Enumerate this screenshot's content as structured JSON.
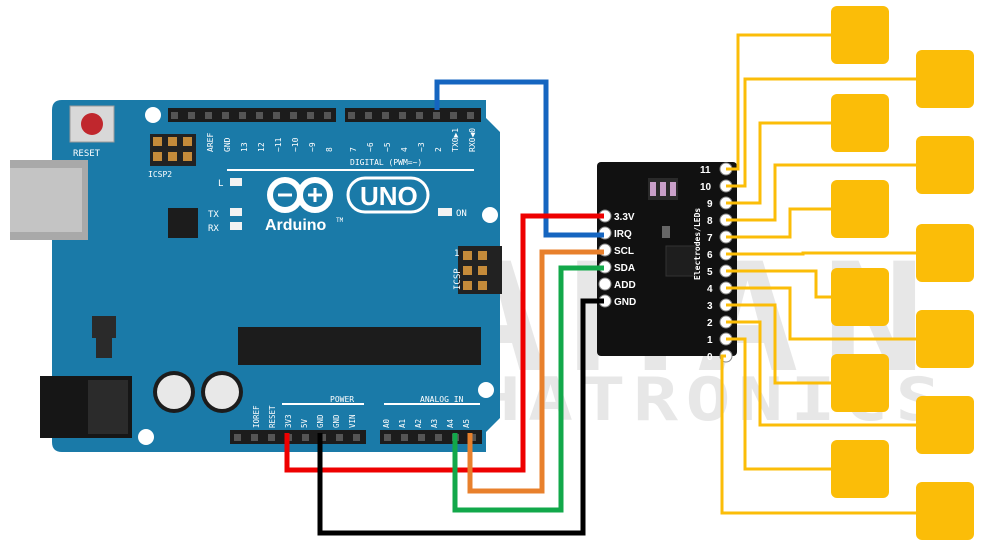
{
  "watermark": {
    "line1": "NAMAN",
    "line2": "MECHATRONICS"
  },
  "arduino": {
    "reset_label": "RESET",
    "icsp2_label": "ICSP2",
    "icsp_label": "ICSP",
    "icsp_one": "1",
    "l_label": "L",
    "tx_label": "TX",
    "rx_label": "RX",
    "on_label": "ON",
    "brand": "Arduino",
    "tm": "TM",
    "model": "UNO",
    "digital_label": "DIGITAL (PWM=~)",
    "power_label": "POWER",
    "analog_label": "ANALOG IN",
    "top_pins": [
      "AREF",
      "GND",
      "13",
      "12",
      "~11",
      "~10",
      "~9",
      "8",
      "7",
      "~6",
      "~5",
      "4",
      "~3",
      "2",
      "TX0▶1",
      "RX0◀0"
    ],
    "power_pins": [
      "IOREF",
      "RESET",
      "3V3",
      "5V",
      "GND",
      "GND",
      "VIN"
    ],
    "analog_pins": [
      "A0",
      "A1",
      "A2",
      "A3",
      "A4",
      "A5"
    ]
  },
  "sensor": {
    "pins": [
      "3.3V",
      "IRQ",
      "SCL",
      "SDA",
      "ADD",
      "GND"
    ],
    "electrodes": [
      "11",
      "10",
      "9",
      "8",
      "7",
      "6",
      "5",
      "4",
      "3",
      "2",
      "1",
      "0"
    ],
    "board_text": "Electrodes/LEDs"
  },
  "colors": {
    "board": "#1a7aa8",
    "sensor": "#111111",
    "wire_3v3": "#ee0000",
    "wire_irq": "#1565c0",
    "wire_scl": "#e8802c",
    "wire_sda": "#12a84a",
    "wire_gnd": "#000000",
    "electrode": "#fbbd08"
  }
}
